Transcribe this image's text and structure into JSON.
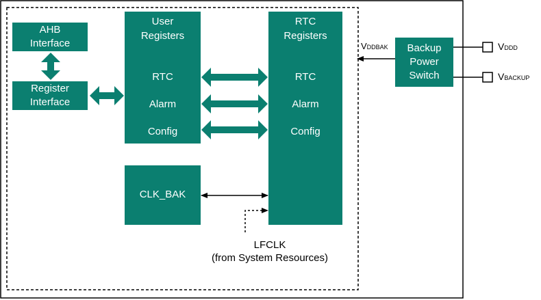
{
  "colors": {
    "block": "#0b7f70",
    "line": "#000000",
    "arrow": "#0b7f70"
  },
  "blocks": {
    "ahb_interface": {
      "line1": "AHB",
      "line2": "Interface"
    },
    "register_interface": {
      "line1": "Register",
      "line2": "Interface"
    },
    "user_registers": {
      "line1": "User",
      "line2": "Registers",
      "rtc": "RTC",
      "alarm": "Alarm",
      "config": "Config"
    },
    "rtc_registers": {
      "line1": "RTC",
      "line2": "Registers",
      "rtc": "RTC",
      "alarm": "Alarm",
      "config": "Config"
    },
    "clk_bak": {
      "label": "CLK_BAK"
    },
    "backup_power_switch": {
      "line1": "Backup",
      "line2": "Power",
      "line3": "Switch"
    }
  },
  "signals": {
    "vddbak": {
      "main": "V",
      "sub": "DDBAK"
    },
    "vddd": {
      "main": "V",
      "sub": "DDD"
    },
    "vbackup": {
      "main": "V",
      "sub": "BACKUP"
    },
    "lfclk": {
      "line1": "LFCLK",
      "line2": "(from System Resources)"
    }
  }
}
